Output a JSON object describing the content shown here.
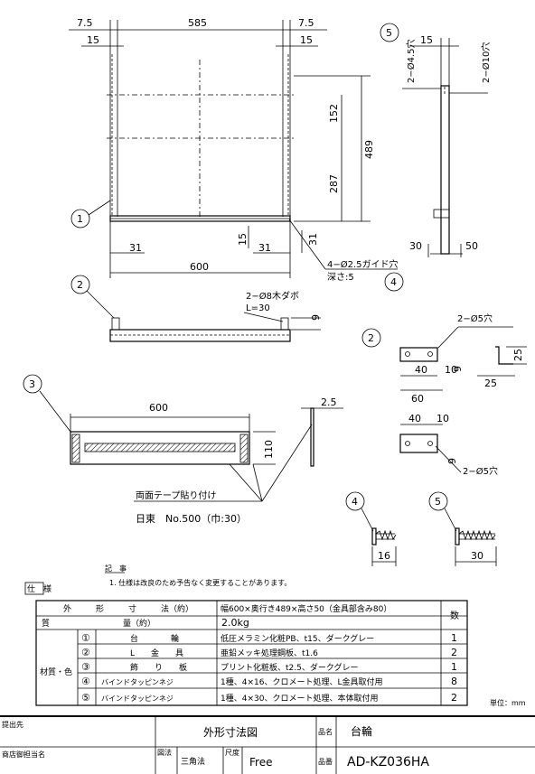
{
  "dims": {
    "top_left_7_5": "7.5",
    "top_585": "585",
    "top_right_7_5": "7.5",
    "left_15": "15",
    "right_15": "15",
    "d152": "152",
    "d489": "489",
    "d287": "287",
    "d15_bottom": "15",
    "d31_a": "31",
    "d31_b": "31",
    "d31_c": "31",
    "d600": "600",
    "guide_hole": "4−Ø2.5ガイド穴",
    "guide_depth": "深さ:5",
    "v_2_4_5": "2−Ø4.5穴",
    "v_2_10": "2−Ø10穴",
    "v_15": "15",
    "v_30": "30",
    "v_50": "50",
    "dowel": "2−Ø8木ダボ",
    "dowel_len": "L=30",
    "d9": "9",
    "p3_600": "600",
    "p3_2_5": "2.5",
    "p3_110": "110",
    "tape_1": "両面テープ貼り付け",
    "tape_2": "日東　No.500（巾:30）",
    "p2_hole_top": "2−Ø5穴",
    "p2_25a": "25",
    "p2_9a": "9",
    "p2_40": "40",
    "p2_10": "10",
    "p2_25b": "25",
    "p2_60": "60",
    "p2_40b": "40",
    "p2_10b": "10",
    "p2_9b": "9",
    "p2_hole_bot": "2−Ø5穴",
    "s4_16": "16",
    "s5_30": "30"
  },
  "balloons": [
    "1",
    "2",
    "3",
    "4",
    "5"
  ],
  "notes": {
    "title": "記　事",
    "line1": "1. 仕様は改良のため予告なく変更することがあります。"
  },
  "spec": {
    "label": "仕　様",
    "outer_label": "外　　　形　　　寸　　　法（約）",
    "outer_value": "幅600×奥行き489×高さ50（金具部含み80）",
    "weight_label": "質　　　　　　　　　量（約）",
    "weight_value": "2.0kg",
    "qty_header": "数",
    "material_label": "材質・色",
    "parts": [
      {
        "no": "①",
        "name": "台　　　　輪",
        "desc": "低圧メラミン化粧PB、t15、ダークグレー",
        "qty": "1"
      },
      {
        "no": "②",
        "name": "L　　金　　具",
        "desc": "亜鉛メッキ処理鋼板、t1.6",
        "qty": "2"
      },
      {
        "no": "③",
        "name": "飾　　り　　板",
        "desc": "プリント化粧板、t2.5、ダークグレー",
        "qty": "1"
      },
      {
        "no": "④",
        "name": "バインドタッピンネジ",
        "desc": "1種、4×16、クロメート処理、L金具取付用",
        "qty": "8"
      },
      {
        "no": "⑤",
        "name": "バインドタッピンネジ",
        "desc": "1種、4×30、クロメート処理、本体取付用",
        "qty": "2"
      }
    ],
    "unit": "単位：mm"
  },
  "title_block": {
    "client_label": "提出先",
    "store_label": "商店御担当名",
    "doc_title": "外形寸法図",
    "name_label": "品名",
    "name_value": "台輪",
    "method_label": "図法",
    "method_value": "三角法",
    "scale_label": "尺度",
    "scale_value": "Free",
    "code_label": "品番",
    "code_value": "AD-KZ036HA"
  }
}
